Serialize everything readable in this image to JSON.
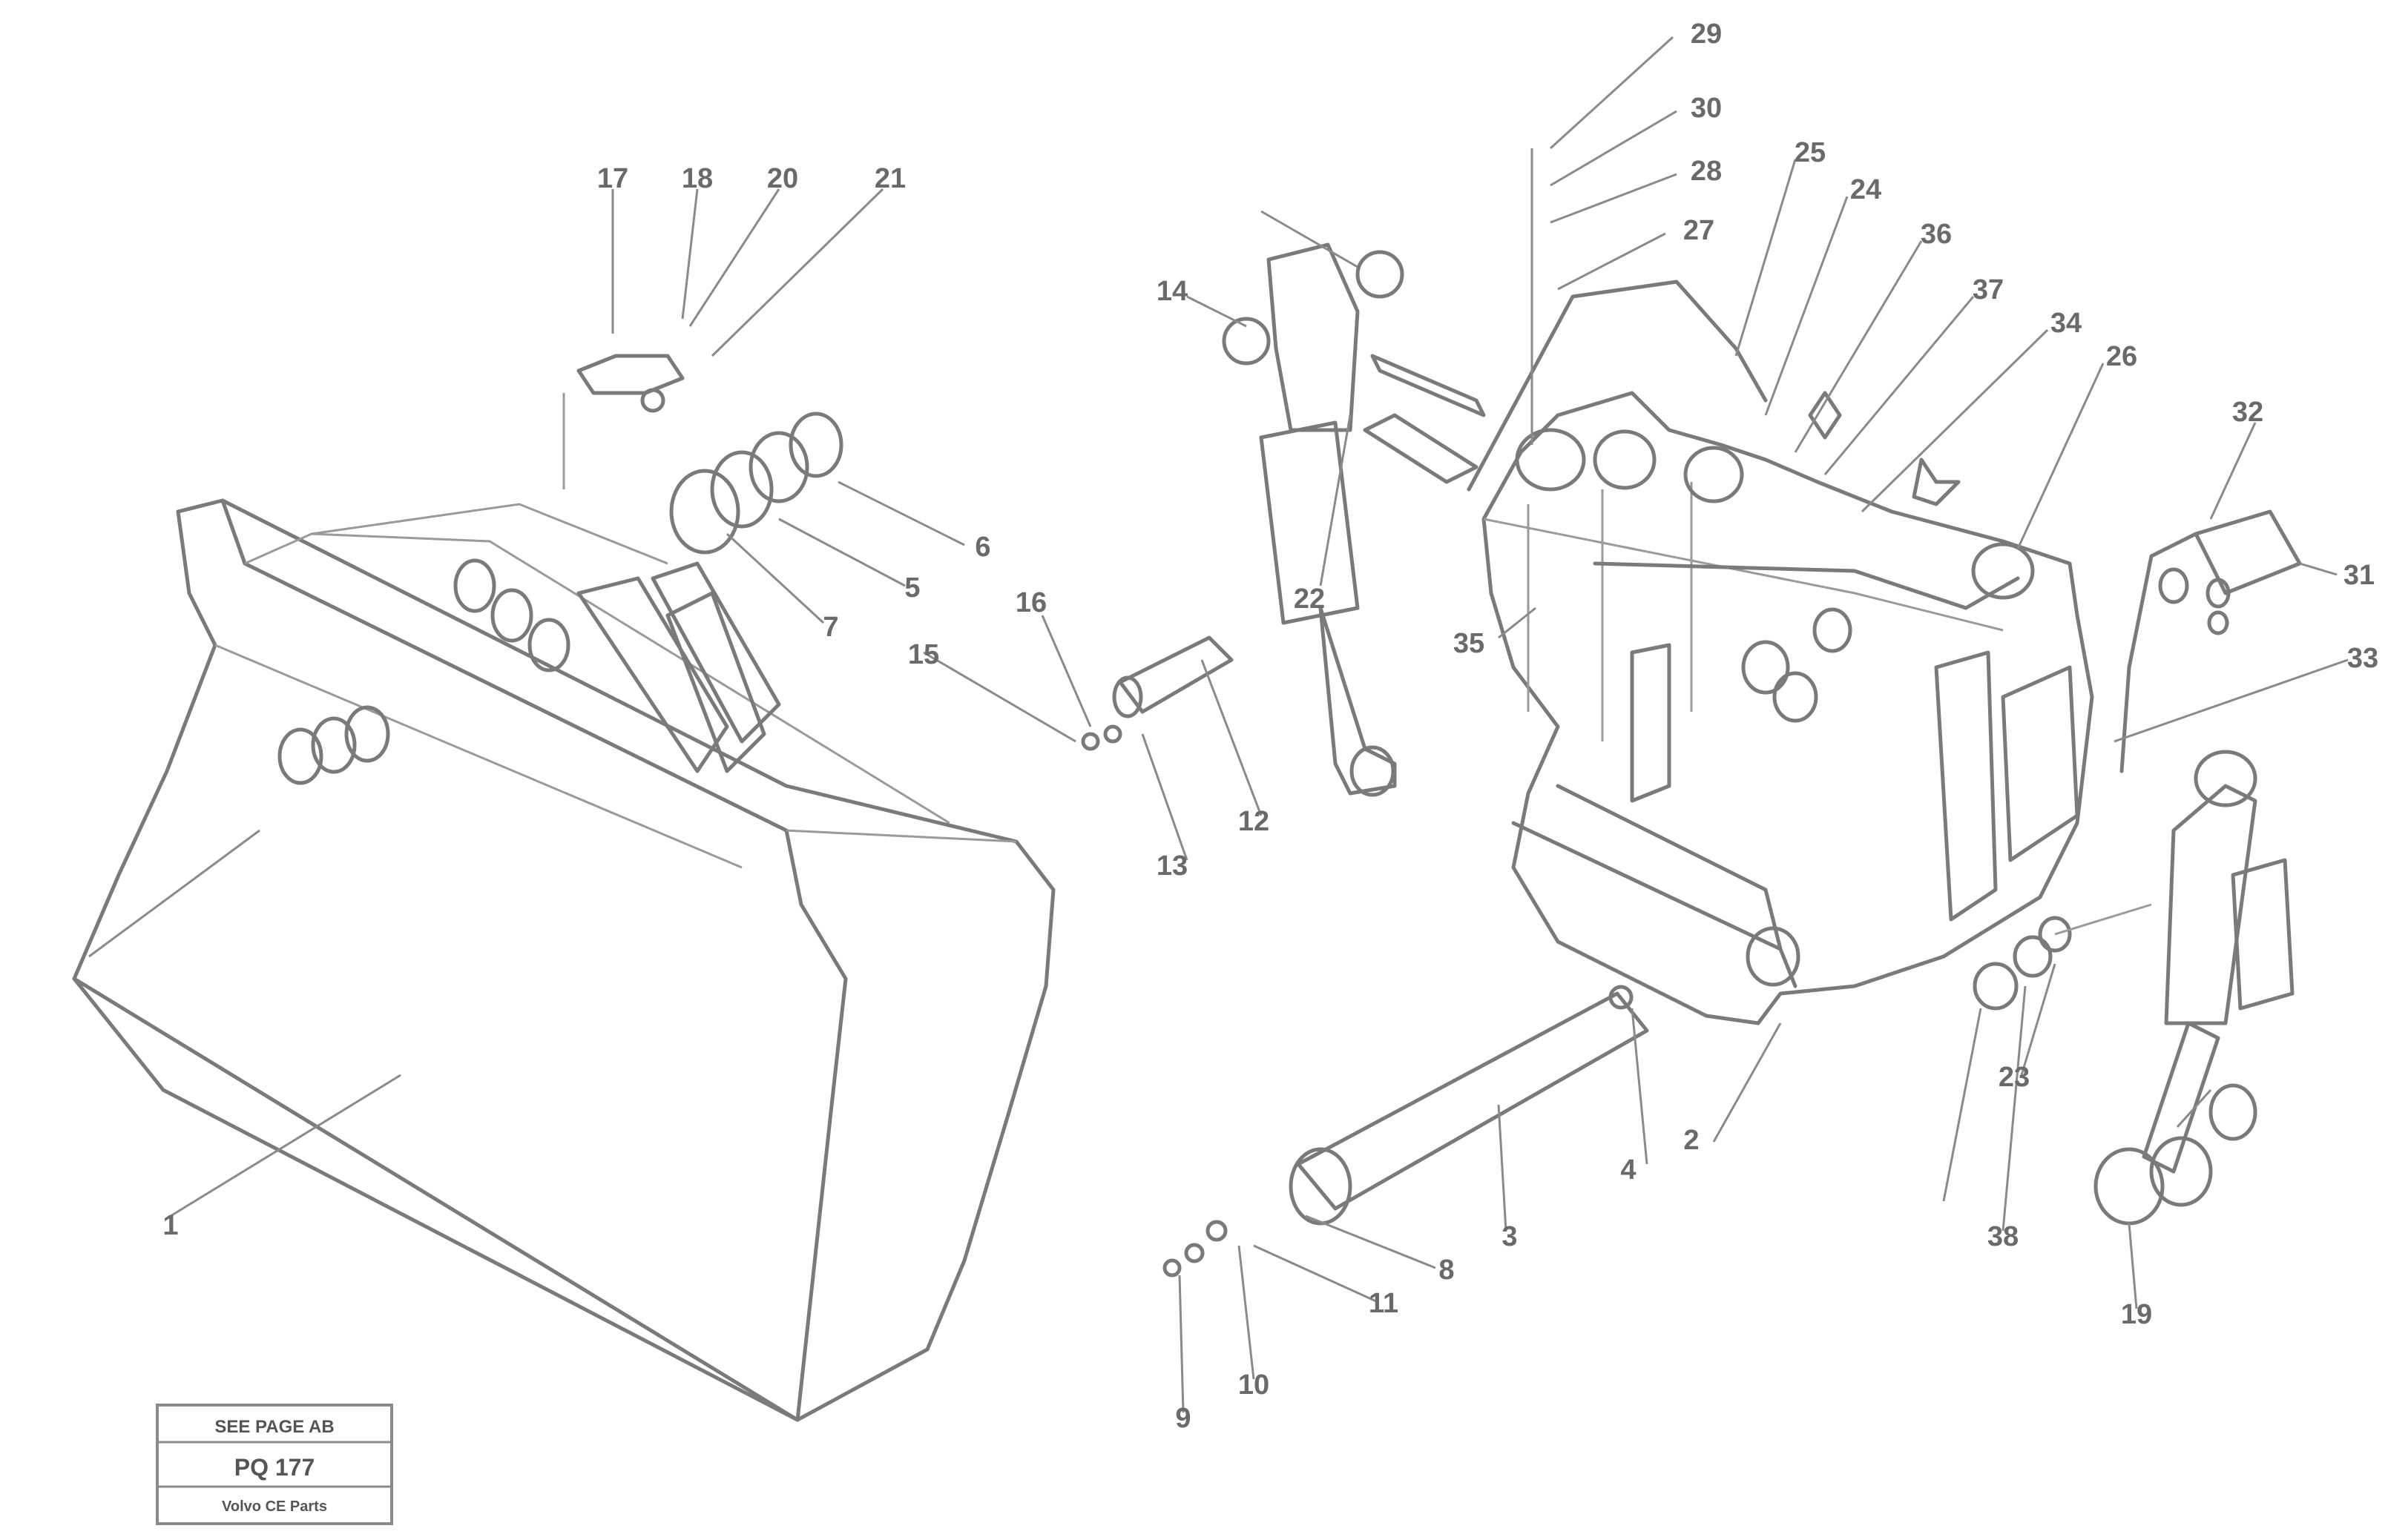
{
  "callouts": [
    "29",
    "30",
    "28",
    "27",
    "25",
    "24",
    "36",
    "37",
    "34",
    "26",
    "35",
    "14",
    "17",
    "18",
    "20",
    "21",
    "6",
    "5",
    "7",
    "16",
    "15",
    "13",
    "12",
    "22",
    "31",
    "33",
    "1",
    "2",
    "4",
    "3",
    "8",
    "11",
    "9",
    "10",
    "19",
    "23",
    "32",
    "38"
  ],
  "title_block": {
    "line1": "SEE PAGE AB",
    "line2": "PQ 177",
    "line3": "Volvo CE Parts"
  }
}
